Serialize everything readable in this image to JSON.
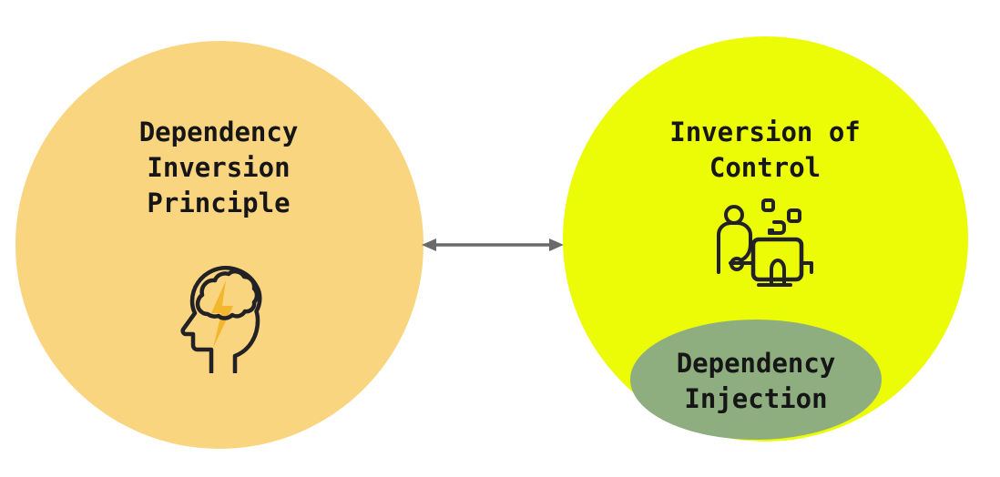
{
  "diagram": {
    "left_circle": {
      "lines": [
        "Dependency",
        "Inversion",
        "Principle"
      ],
      "color": "#FAD57F",
      "icon": "brain-lightning-icon"
    },
    "right_circle": {
      "lines": [
        "Inversion of",
        "Control"
      ],
      "color": "#ECFB06",
      "icon": "person-computer-icon"
    },
    "inner_ellipse": {
      "lines": [
        "Dependency",
        "Injection"
      ],
      "color": "#8EAE80"
    },
    "arrow": {
      "type": "double-headed",
      "color": "#6A6A6A"
    },
    "colors": {
      "text": "#161616",
      "icon_stroke": "#222126",
      "lightning_bolt": "#F3B72F",
      "background": "#FFFFFF"
    }
  }
}
